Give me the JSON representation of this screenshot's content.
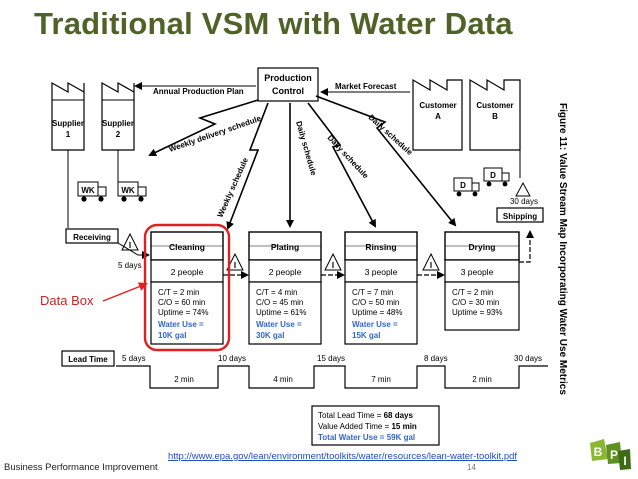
{
  "slide": {
    "title": "Traditional VSM with Water Data",
    "footer_left": "Business Performance Improvement",
    "source_url": "http://www.epa.gov/lean/environment/toolkits/water/resources/lean-water-toolkit.pdf",
    "page_number": "14",
    "data_box_label": "Data Box",
    "accent_color": "#4f6228",
    "highlight_color": "#e02020",
    "water_text_color": "#3366cc"
  },
  "figure": {
    "caption": "Figure 11: Value Stream Map Incorporating Water Use Metrics",
    "production_control": [
      "Production",
      "Control"
    ],
    "annual_plan": "Annual Production Plan",
    "market_forecast": "Market Forecast",
    "weekly_delivery": "Weekly delivery schedule",
    "weekly_schedule": "Weekly schedule",
    "daily_schedule_1": "Daily schedule",
    "daily_schedule_2": "Daily schedule",
    "daily_schedule_3": "Daily schedule",
    "suppliers": [
      [
        "Supplier",
        "1"
      ],
      [
        "Supplier",
        "2"
      ]
    ],
    "customers": [
      [
        "Customer",
        "A"
      ],
      [
        "Customer",
        "B"
      ]
    ],
    "truck_label": "WK",
    "truck_label_2": "WK",
    "customer_truck_label": "D",
    "customer_truck_label_2": "D",
    "receiving": "Receiving",
    "shipping": "Shipping",
    "receiving_days": "5 days",
    "shipping_days": "30 days",
    "processes": [
      {
        "name": "Cleaning",
        "people": "2 people",
        "ct": "C/T = 2 min",
        "co": "C/O = 60 min",
        "uptime": "Uptime = 74%",
        "water1": "Water Use =",
        "water2": "10K gal"
      },
      {
        "name": "Plating",
        "people": "2 people",
        "ct": "C/T = 4 min",
        "co": "C/O = 45 min",
        "uptime": "Uptime = 61%",
        "water1": "Water Use =",
        "water2": "30K gal"
      },
      {
        "name": "Rinsing",
        "people": "3 people",
        "ct": "C/T = 7 min",
        "co": "C/O = 50 min",
        "uptime": "Uptime = 48%",
        "water1": "Water Use =",
        "water2": "15K gal"
      },
      {
        "name": "Drying",
        "people": "3 people",
        "ct": "C/T = 2 min",
        "co": "C/O = 30 min",
        "uptime": "Uptime = 93%"
      }
    ],
    "lead_time_label": "Lead Time",
    "timeline_days": [
      "5 days",
      "10 days",
      "15 days",
      "8 days",
      "30 days"
    ],
    "timeline_mins": [
      "2 min",
      "4 min",
      "7 min",
      "2 min"
    ],
    "summary": {
      "lead_prefix": "Total Lead Time = ",
      "lead_value": "68 days",
      "va_prefix": "Value Added Time = ",
      "va_value": "15 min",
      "water_prefix": "Total Water Use = ",
      "water_value": "59K gal"
    },
    "logo_letters": [
      "B",
      "P",
      "I"
    ]
  }
}
